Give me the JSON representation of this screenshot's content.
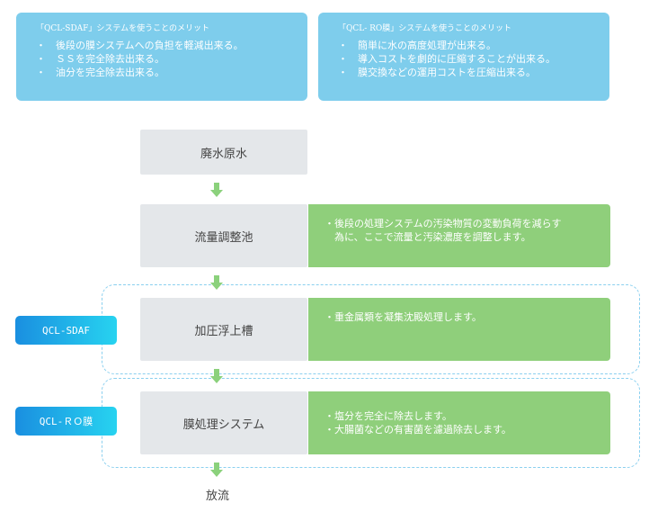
{
  "merits": [
    {
      "title": "「QCL-SDAF」システムを使うことのメリット",
      "items": [
        "後段の膜システムへの負担を軽減出来る。",
        "ＳＳを完全除去出来る。",
        "油分を完全除去出来る。"
      ]
    },
    {
      "title": "「QCL- RO膜」システムを使うことのメリット",
      "items": [
        "簡単に水の高度処理が出来る。",
        "導入コストを劇的に圧縮することが出来る。",
        "膜交換などの運用コストを圧縮出来る。"
      ]
    }
  ],
  "flow": {
    "steps": [
      {
        "label": "廃水原水",
        "desc": []
      },
      {
        "label": "流量調整池",
        "desc": [
          "・後段の処理システムの汚染物質の変動負荷を減らす",
          "　為に、ここで流量と汚染濃度を調整します。"
        ]
      },
      {
        "label": "加圧浮上槽",
        "desc": [
          "・重金属類を凝集沈殿処理します。"
        ]
      },
      {
        "label": "膜処理システム",
        "desc": [
          "・塩分を完全に除去します。",
          "・大腸菌などの有害菌を濾過除去します。"
        ]
      }
    ],
    "final": "放流"
  },
  "systems": [
    {
      "label": "QCL-SDAF",
      "color_from": "#1a8fe0",
      "color_to": "#27d3f0"
    },
    {
      "label": "QCL-ＲＯ膜",
      "color_from": "#1a8fe0",
      "color_to": "#27d3f0"
    }
  ],
  "colors": {
    "merit_bg": "#7ecdec",
    "step_bg": "#e4e7ea",
    "desc_bg": "#8fcf7b",
    "arrow": "#8bd17c",
    "dashed": "#8bd0ef"
  }
}
